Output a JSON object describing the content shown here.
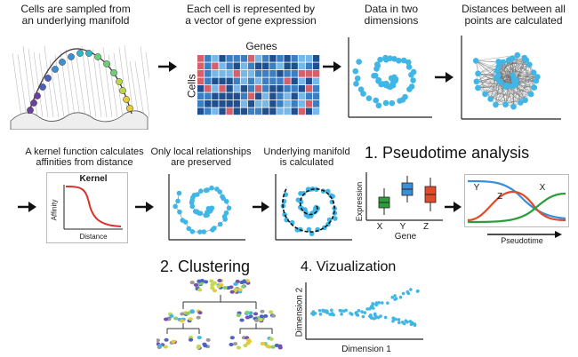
{
  "steps": {
    "s1": "Cells are sampled from\nan underlying manifold",
    "s2": "Each cell is represented by\na vector of gene expression",
    "s3": "Data in two\ndimensions",
    "s4": "Distances between all\npoints are calculated",
    "s5": "A kernel function calculates\naffinities from distance",
    "s6": "Only local relationships\nare preserved",
    "s7": "Underlying manifold\nis calculated"
  },
  "heatmap": {
    "genes_label": "Genes",
    "cells_label": "Cells"
  },
  "kernel": {
    "title": "Kernel",
    "ylabel": "Affinity",
    "xlabel": "Distance"
  },
  "pseudotime": {
    "heading": "1. Pseudotime analysis",
    "ylabel": "Expression",
    "xlabel": "Gene",
    "genes": [
      "X",
      "Y",
      "Z"
    ],
    "colors": [
      "#2e9e3a",
      "#3a8fd6",
      "#e34a2a"
    ],
    "curve_labels": [
      "Y",
      "Z",
      "X"
    ],
    "axis_label": "Pseudotime"
  },
  "clustering": {
    "heading": "2. Clustering"
  },
  "visualization": {
    "heading": "4. Vizualization",
    "ylabel": "Dimension 2",
    "xlabel": "Dimension 1"
  },
  "colors": {
    "dot": "#3fb6e6",
    "arrow": "#111111",
    "heat_dark": "#1f4f8f",
    "heat_mid": "#3a7fc4",
    "heat_light": "#78b8e8",
    "heat_red": "#d4616a",
    "kernel_curve": "#d9312b"
  }
}
